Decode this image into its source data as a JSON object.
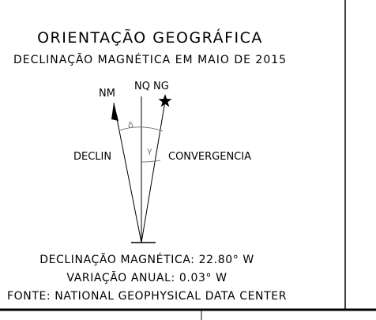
{
  "title": "ORIENTAÇÃO  GEOGRÁFICA",
  "subtitle": "DECLINAÇÃO  MAGNÉTICA  EM  MAIO  DE  2015",
  "north_labels": {
    "magnetic": "NM",
    "grid": "NQ",
    "geographic": "NG"
  },
  "angle_symbols": {
    "declination": "δ",
    "convergence": "γ"
  },
  "side_labels": {
    "left": "DECLIN",
    "right": "CONVERGENCIA"
  },
  "footer": {
    "declination": "DECLINAÇÃO  MAGNÉTICA:  22.80°  W",
    "annual_variation": "VARIAÇÃO  ANUAL:  0.03°  W",
    "source": "FONTE:  NATIONAL  GEOPHYSICAL  DATA  CENTER"
  }
}
